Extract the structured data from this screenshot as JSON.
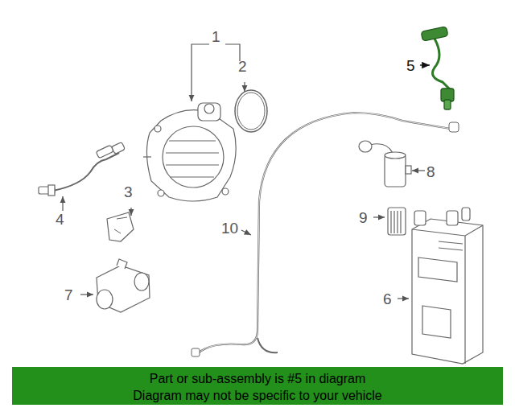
{
  "diagram": {
    "labels": [
      "1",
      "2",
      "5",
      "3",
      "4",
      "8",
      "10",
      "9",
      "7",
      "6",
      "Part or sub-assembly is #5 in diagram",
      "Diagram may not be specific to your vehicle"
    ]
  }
}
